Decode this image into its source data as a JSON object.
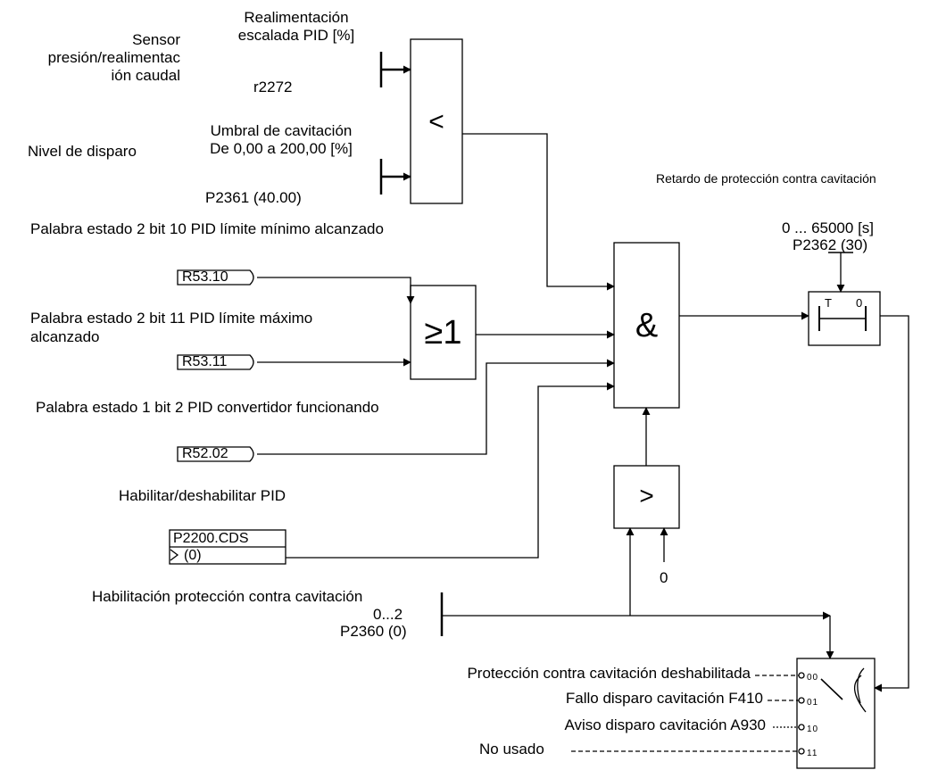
{
  "labels": {
    "feedback_title": "Realimentación\nescalada PID [%]",
    "sensor_label": "Sensor\npresión/realimentac\nión caudal",
    "feedback_param": "r2272",
    "threshold_title": "Umbral de cavitación\nDe 0,00 a 200,00 [%]",
    "trip_level_label": "Nivel de disparo",
    "threshold_param": "P2361 (40.00)",
    "delay_title": "Retardo de protección contra cavitación",
    "delay_range": "0 ... 65000 [s]",
    "delay_param": "P2362 (30)",
    "min_limit_label": "Palabra estado 2 bit 10 PID límite mínimo alcanzado",
    "max_limit_label": "Palabra estado 2 bit 11 PID límite máximo\nalcanzado",
    "running_label": "Palabra estado 1 bit 2 PID convertidor funcionando",
    "enable_pid_label": "Habilitar/deshabilitar PID",
    "enable_protection_label": "Habilitación protección contra cavitación",
    "protection_range": "0...2",
    "protection_param": "P2360 (0)",
    "zero_constant": "0"
  },
  "connectors": {
    "r53_10": "R53.10",
    "r53_11": "R53.11",
    "r52_02": "R52.02",
    "p2200_name": "P2200.CDS",
    "p2200_value": "(0)"
  },
  "blocks": {
    "compare_less": "<",
    "or_gate": "≥1",
    "and_gate": "&",
    "compare_greater": ">",
    "timer_T": "T",
    "timer_0": "0"
  },
  "switch_options": [
    {
      "label": "Protección contra cavitación deshabilitada",
      "code": "00"
    },
    {
      "label": "Fallo disparo cavitación F410",
      "code": "01"
    },
    {
      "label": "Aviso disparo cavitación A930",
      "code": "10"
    },
    {
      "label": "No usado",
      "code": "11"
    }
  ]
}
